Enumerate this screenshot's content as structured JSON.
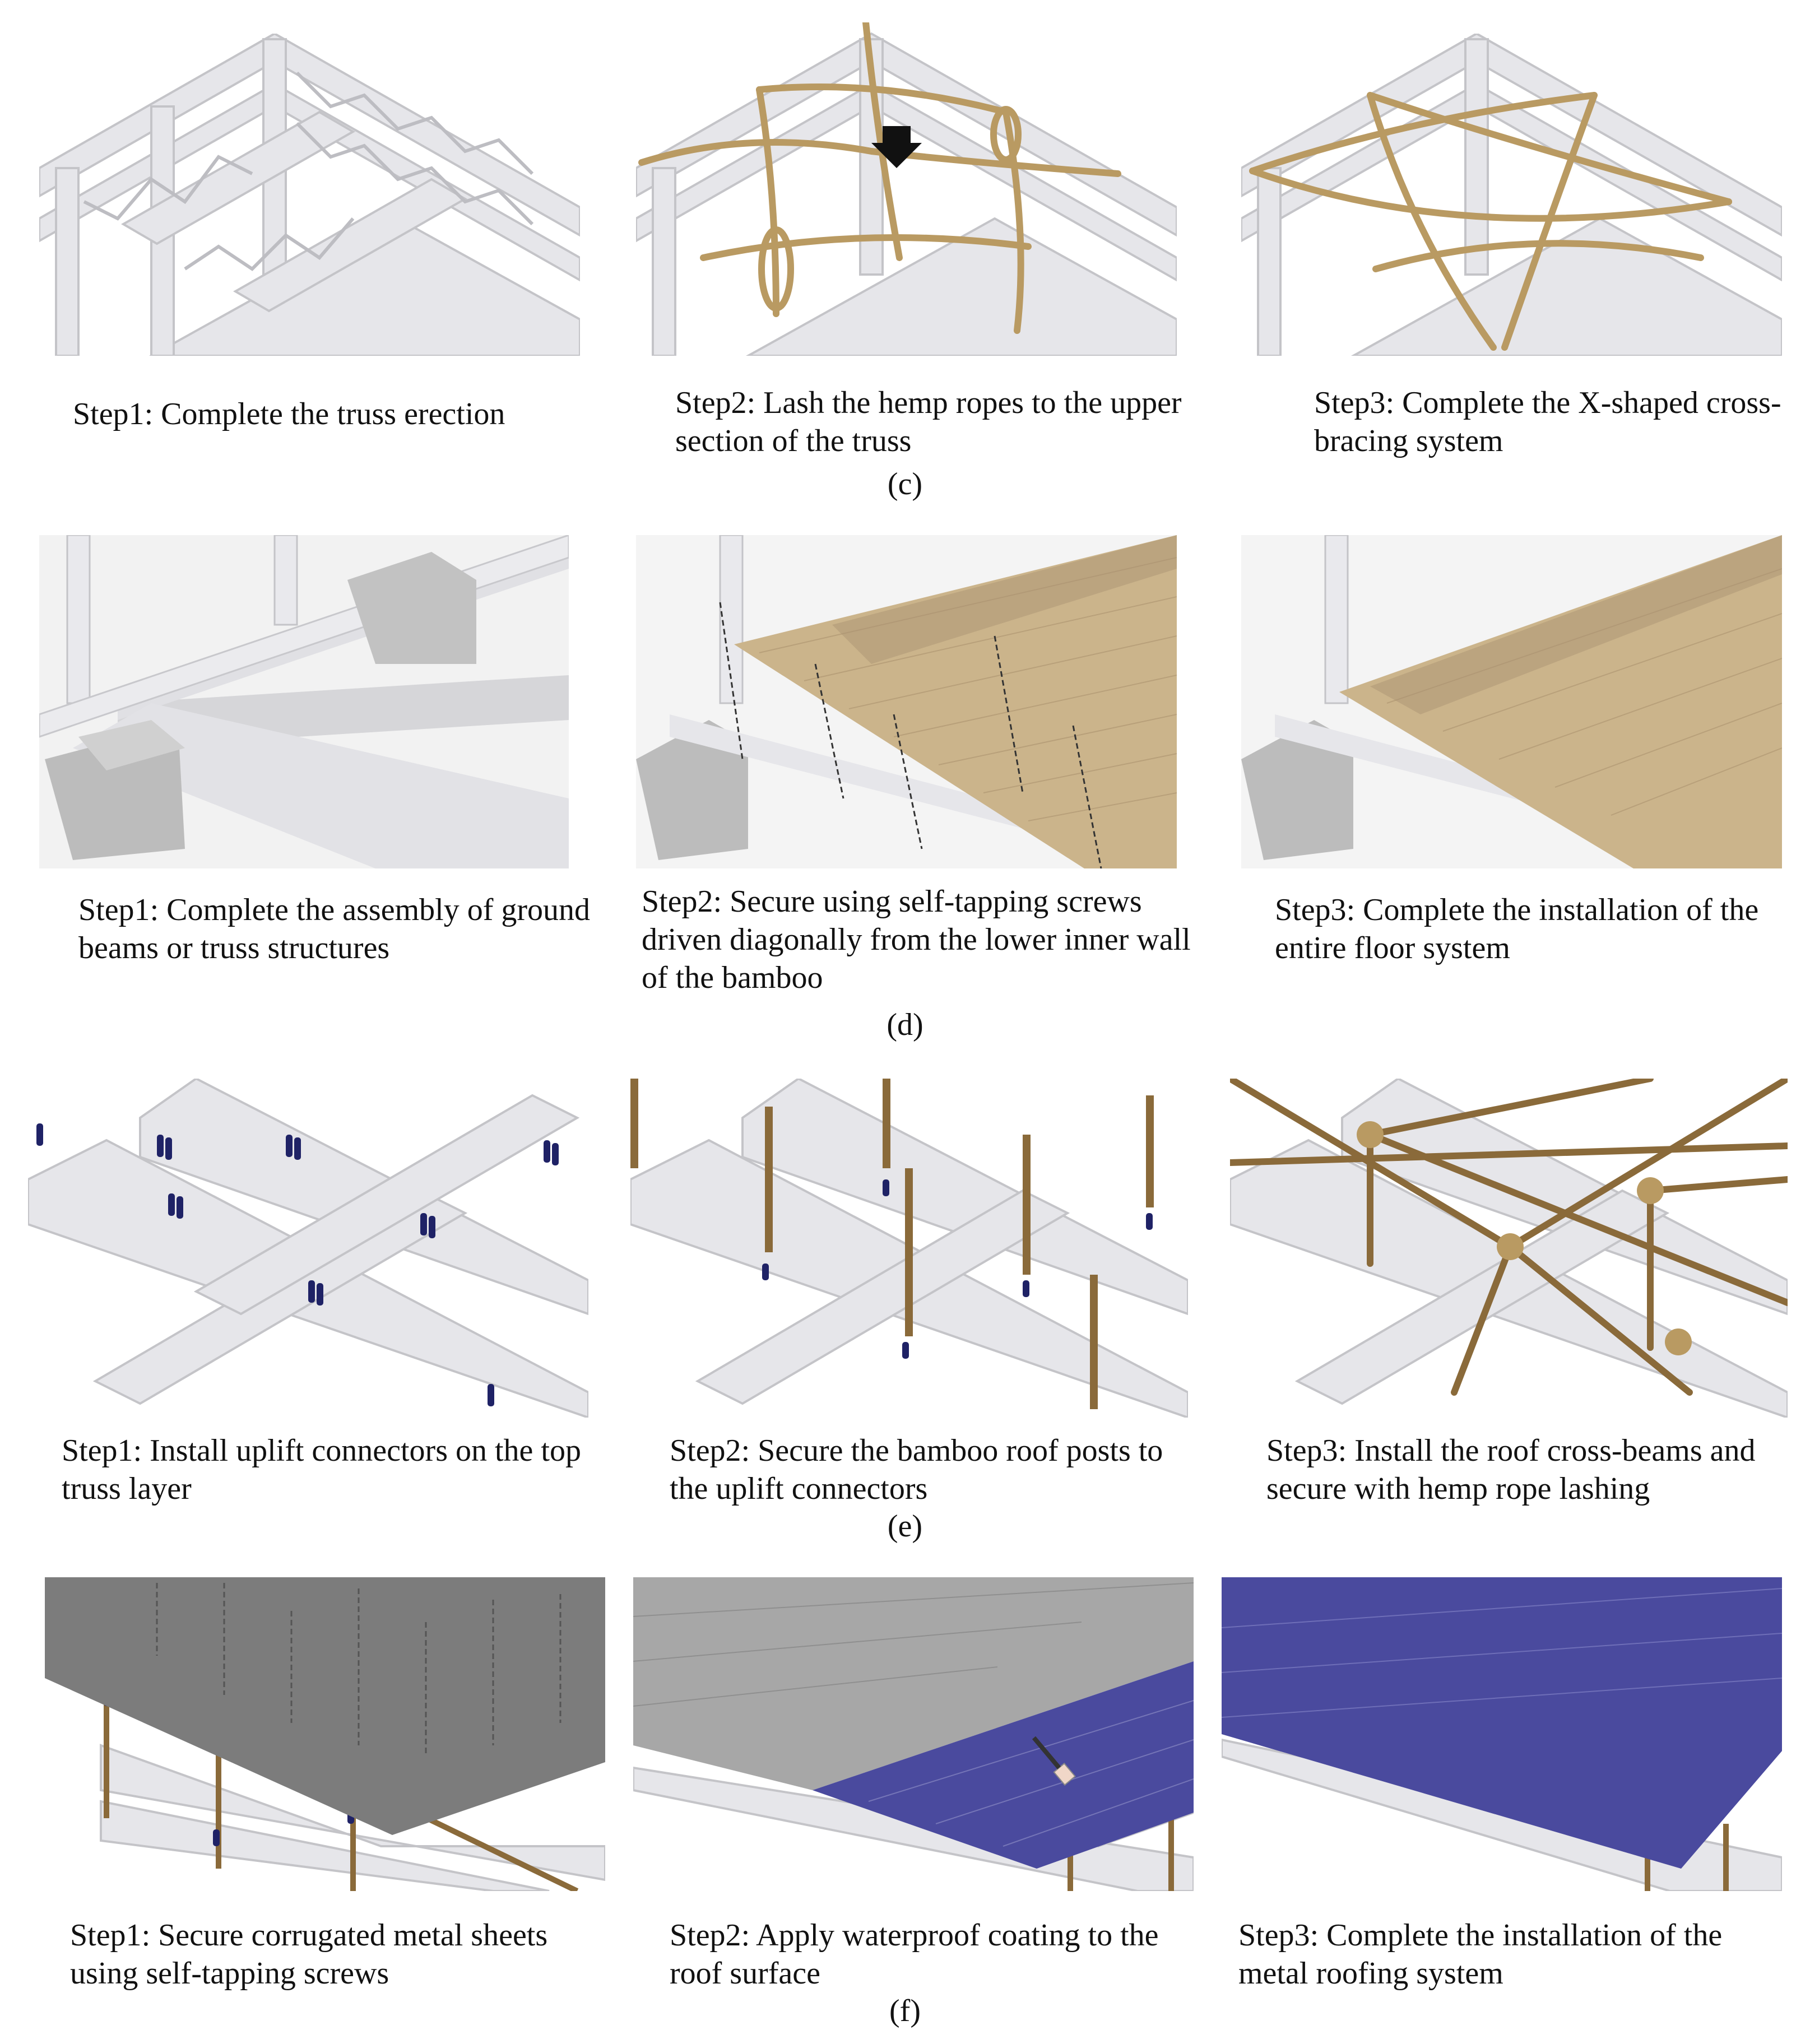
{
  "colors": {
    "truss": "#e4e4e8",
    "truss_shadow": "#c8c8cc",
    "hemp": "#c9ad7a",
    "bamboo": "#8a6a3a",
    "wood_floor": "#c9b48f",
    "concrete": "#b9b9b9",
    "connector": "#1f2266",
    "metal_sheet": "#7c7c7c",
    "metal_light": "#a7a7a7",
    "coating_blue": "#4a4a9e"
  },
  "rows": [
    {
      "label": "(c)",
      "steps": [
        {
          "lead": "Step1",
          "rest": ": Complete the truss erection"
        },
        {
          "lead": "Step2",
          "rest": ": Lash the hemp ropes to the upper section of the truss"
        },
        {
          "lead": "Step3",
          "rest": ": Complete the X-shaped cross-bracing system"
        }
      ]
    },
    {
      "label": "(d)",
      "steps": [
        {
          "lead": "Step1",
          "rest": ": Complete the assembly of ground beams or truss structures"
        },
        {
          "lead": "Step2",
          "rest": ": Secure using self-tapping screws driven diagonally from the lower inner wall of the bamboo"
        },
        {
          "lead": "Step3",
          "rest": ": Complete the installation of the entire floor system"
        }
      ]
    },
    {
      "label": "(e)",
      "steps": [
        {
          "lead": "Step1",
          "rest": ": Install uplift connectors on the top truss layer"
        },
        {
          "lead": "Step2",
          "rest": ": Secure the bamboo roof posts to the uplift connectors"
        },
        {
          "lead": "Step3",
          "rest": ": Install the roof cross-beams and secure with hemp rope lashing"
        }
      ]
    },
    {
      "label": "(f)",
      "steps": [
        {
          "lead": "Step1",
          "rest": ": Secure corrugated metal sheets using self-tapping screws"
        },
        {
          "lead": "Step2",
          "rest": ": Apply waterproof coating to the roof surface"
        },
        {
          "lead": "Step3",
          "rest": ": Complete the installation of the metal roofing system"
        }
      ]
    }
  ]
}
